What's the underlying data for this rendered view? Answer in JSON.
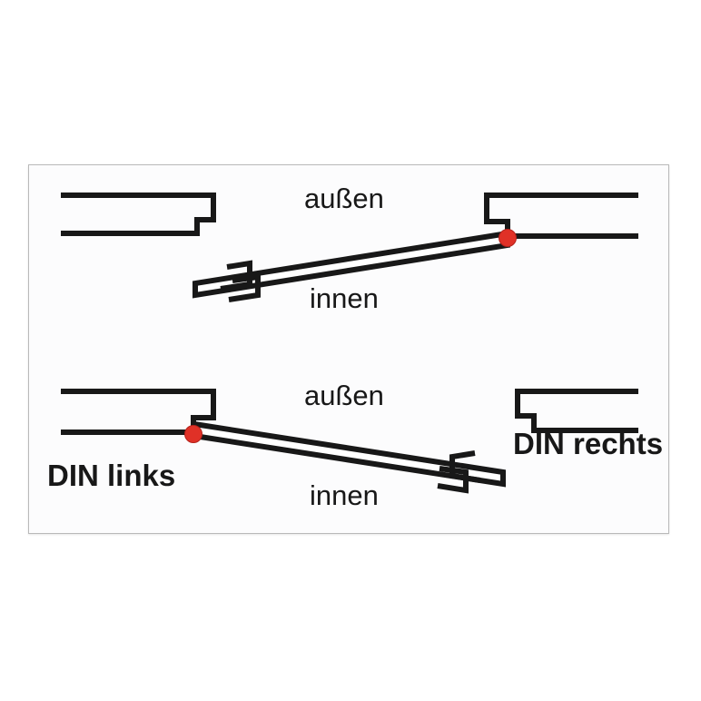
{
  "diagram": {
    "title": "DIN door handing (DIN-Richtung) plan diagram",
    "colors": {
      "stroke": "#181818",
      "hinge": "#e03127",
      "hinge_edge": "#b3211a",
      "background": "#fcfcfd",
      "frame_border": "#b9b9b9",
      "page_background": "#ffffff"
    },
    "top": {
      "name": "DIN rechts",
      "din_label": "DIN rechts",
      "outside_label": "außen",
      "inside_label": "innen",
      "hinge_side": "right",
      "swing": "door leaf opens toward the inside, pivoting at the right jamb"
    },
    "bottom": {
      "name": "DIN links",
      "din_label": "DIN links",
      "outside_label": "außen",
      "inside_label": "innen",
      "hinge_side": "left",
      "swing": "door leaf opens toward the inside, pivoting at the left jamb"
    },
    "labels": {
      "top_aussen": "außen",
      "top_innen": "innen",
      "top_din": "DIN rechts",
      "bottom_aussen": "außen",
      "bottom_innen": "innen",
      "bottom_din": "DIN links"
    }
  }
}
